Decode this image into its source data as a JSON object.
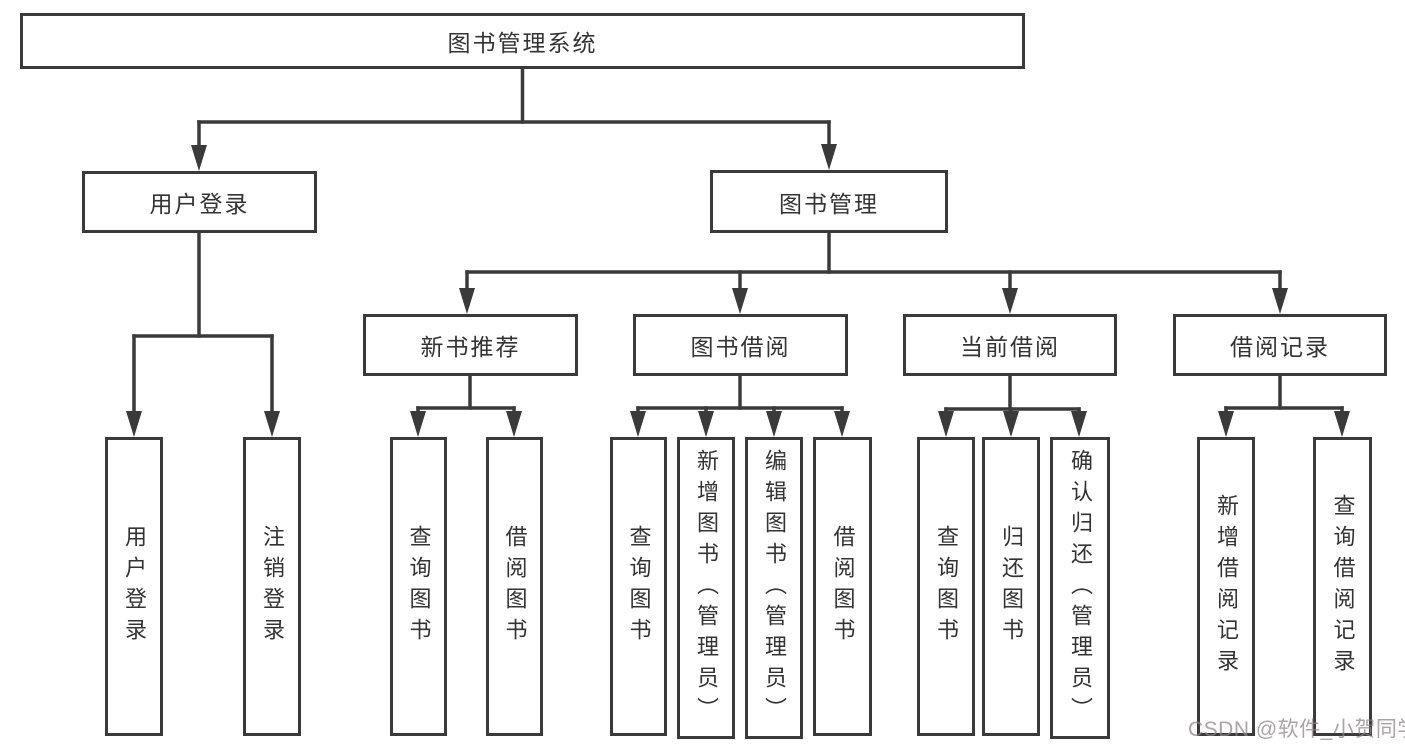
{
  "diagram": {
    "root": {
      "label": "图书管理系统"
    },
    "level2": [
      {
        "id": "user-login",
        "label": "用户登录"
      },
      {
        "id": "book-management",
        "label": "图书管理"
      }
    ],
    "level3": [
      {
        "id": "new-book-recommendation",
        "parent": "图书管理",
        "label": "新书推荐"
      },
      {
        "id": "book-borrowing",
        "parent": "图书管理",
        "label": "图书借阅"
      },
      {
        "id": "current-borrowing",
        "parent": "图书管理",
        "label": "当前借阅"
      },
      {
        "id": "borrowing-records",
        "parent": "图书管理",
        "label": "借阅记录"
      }
    ],
    "leaves": [
      {
        "parent": "用户登录",
        "label": "用户登录"
      },
      {
        "parent": "用户登录",
        "label": "注销登录"
      },
      {
        "parent": "新书推荐",
        "label": "查询图书"
      },
      {
        "parent": "新书推荐",
        "label": "借阅图书"
      },
      {
        "parent": "图书借阅",
        "label": "查询图书"
      },
      {
        "parent": "图书借阅",
        "label": "新增图书（管理员）"
      },
      {
        "parent": "图书借阅",
        "label": "编辑图书（管理员）"
      },
      {
        "parent": "图书借阅",
        "label": "借阅图书"
      },
      {
        "parent": "当前借阅",
        "label": "查询图书"
      },
      {
        "parent": "当前借阅",
        "label": "归还图书"
      },
      {
        "parent": "当前借阅",
        "label": "确认归还（管理员）"
      },
      {
        "parent": "借阅记录",
        "label": "新增借阅记录"
      },
      {
        "parent": "借阅记录",
        "label": "查询借阅记录"
      }
    ]
  },
  "watermark": {
    "text": "CSDN @软件_小贺同学"
  },
  "colors": {
    "line": "#3a3a3a",
    "text": "#333333",
    "background": "#ffffff",
    "watermark": "#8c8588"
  }
}
